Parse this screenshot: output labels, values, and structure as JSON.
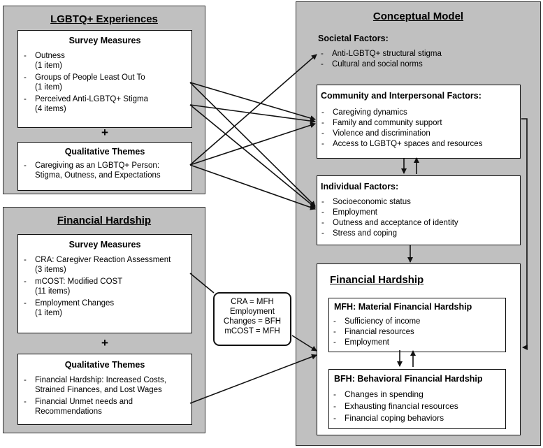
{
  "lgbtq": {
    "title": "LGBTQ+ Experiences",
    "survey": {
      "title": "Survey Measures",
      "items": [
        {
          "label": "Outness",
          "sub": "(1 item)"
        },
        {
          "label": "Groups of People Least Out To",
          "sub": "(1 item)"
        },
        {
          "label": "Perceived Anti-LGBTQ+ Stigma",
          "sub": "(4 items)"
        }
      ]
    },
    "plus": "+",
    "qual": {
      "title": "Qualitative Themes",
      "items": [
        {
          "label": "Caregiving as an LGBTQ+ Person:",
          "sub": "Stigma, Outness, and Expectations"
        }
      ]
    }
  },
  "financial_left": {
    "title": "Financial Hardship",
    "survey": {
      "title": "Survey Measures",
      "items": [
        {
          "label": "CRA: Caregiver Reaction Assessment",
          "sub": "(3 items)"
        },
        {
          "label": "mCOST: Modified COST",
          "sub": "(11 items)"
        },
        {
          "label": "Employment Changes",
          "sub": "(1 item)"
        }
      ]
    },
    "plus": "+",
    "qual": {
      "title": "Qualitative Themes",
      "items": [
        {
          "label": "Financial Hardship: Increased Costs,",
          "sub": "Strained Finances, and Lost Wages"
        },
        {
          "label": "Financial Unmet needs and",
          "sub": "Recommendations"
        }
      ]
    }
  },
  "legend": {
    "lines": [
      "CRA = MFH",
      "Employment",
      "Changes = BFH",
      "mCOST = MFH"
    ]
  },
  "model": {
    "title": "Conceptual Model",
    "societal": {
      "title": "Societal Factors:",
      "items": [
        "Anti-LGBTQ+ structural stigma",
        "Cultural and social norms"
      ]
    },
    "community": {
      "title": "Community and Interpersonal Factors:",
      "items": [
        "Caregiving dynamics",
        "Family and community support",
        "Violence and discrimination",
        "Access to LGBTQ+ spaces and resources"
      ]
    },
    "individual": {
      "title": "Individual Factors:",
      "items": [
        "Socioeconomic status",
        "Employment",
        "Outness and acceptance of identity",
        "Stress and coping"
      ]
    },
    "financial": {
      "title": "Financial Hardship",
      "mfh": {
        "title": "MFH: Material Financial Hardship",
        "items": [
          "Sufficiency of income",
          "Financial resources",
          "Employment"
        ]
      },
      "bfh": {
        "title": "BFH: Behavioral Financial Hardship",
        "items": [
          "Changes in spending",
          "Exhausting financial resources",
          "Financial coping behaviors"
        ]
      }
    }
  }
}
